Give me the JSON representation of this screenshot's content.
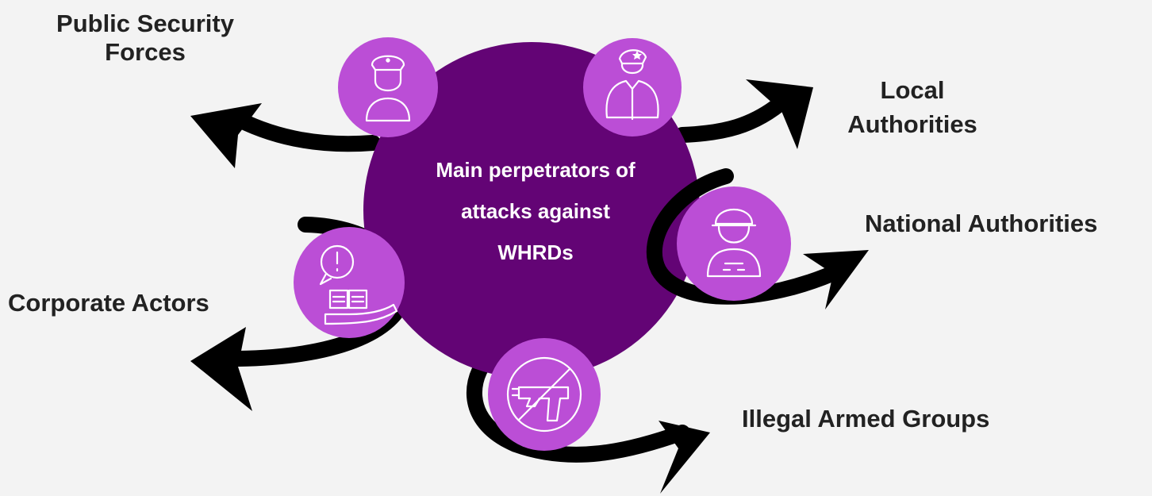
{
  "center": {
    "title_lines": [
      "Main perpetrators of",
      "attacks against",
      "WHRDs"
    ]
  },
  "perpetrators": [
    {
      "label_lines": [
        "Public Security",
        "Forces"
      ],
      "icon": "police-officer-icon"
    },
    {
      "label_lines": [
        "Local",
        "Authorities"
      ],
      "icon": "official-uniform-icon"
    },
    {
      "label_lines": [
        "National Authorities"
      ],
      "icon": "soldier-helmet-icon"
    },
    {
      "label_lines": [
        "Corporate Actors"
      ],
      "icon": "bribe-hand-money-icon"
    },
    {
      "label_lines": [
        "Illegal Armed Groups"
      ],
      "icon": "no-weapons-icon"
    }
  ],
  "colors": {
    "background": "#f3f3f3",
    "center_circle": "#630475",
    "icon_circle": "#bb4ed6",
    "arrow": "#000000",
    "label_text": "#222222",
    "center_text": "#ffffff"
  }
}
